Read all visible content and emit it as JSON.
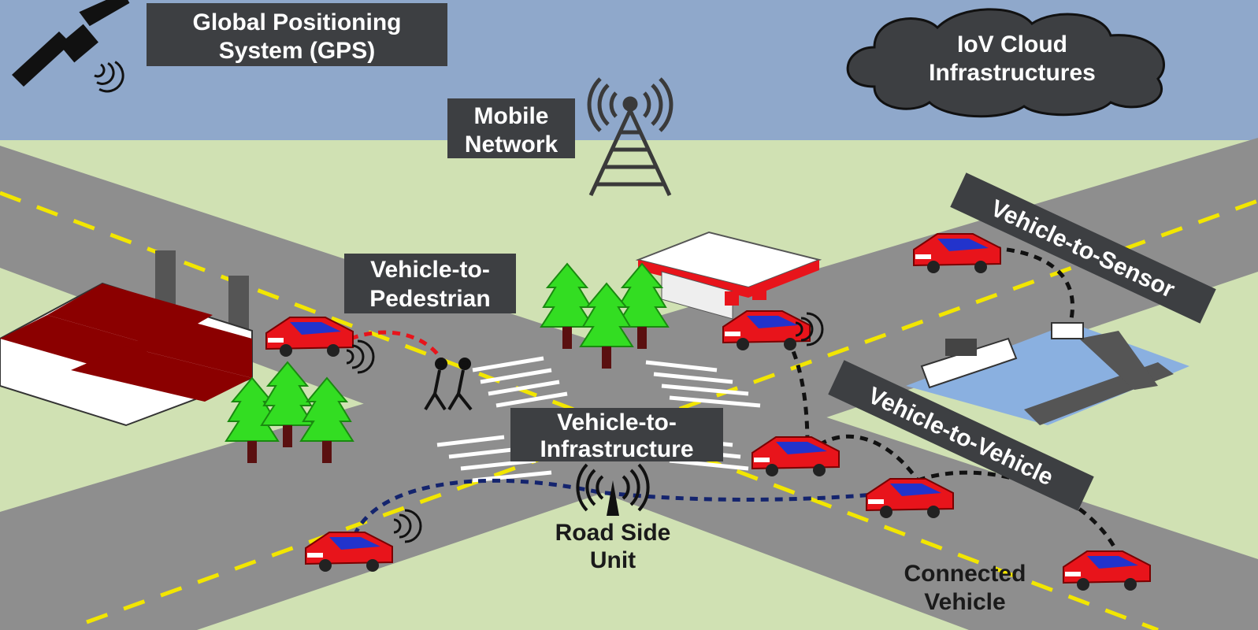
{
  "labels": {
    "gps_line1": "Global Positioning",
    "gps_line2": "System (GPS)",
    "cloud_line1": "IoV Cloud",
    "cloud_line2": "Infrastructures",
    "mobile_line1": "Mobile",
    "mobile_line2": "Network",
    "v2p_line1": "Vehicle-to-",
    "v2p_line2": "Pedestrian",
    "v2s": "Vehicle-to-Sensor",
    "v2v": "Vehicle-to-Vehicle",
    "v2i_line1": "Vehicle-to-",
    "v2i_line2": "Infrastructure",
    "rsu_line1": "Road Side",
    "rsu_line2": "Unit",
    "cv_line1": "Connected",
    "cv_line2": "Vehicle"
  },
  "colors": {
    "sky": "#8fa8cb",
    "ground": "#d0e1b3",
    "road": "#8e8e8e",
    "lane_marking": "#f2e600",
    "label_box": "#3d3f42",
    "car_body": "#e8141b",
    "car_window": "#2233cc",
    "tree": "#33dd22",
    "v2p_link": "#e8141b",
    "v2i_link": "#14246e",
    "v2v_link": "#111111"
  }
}
